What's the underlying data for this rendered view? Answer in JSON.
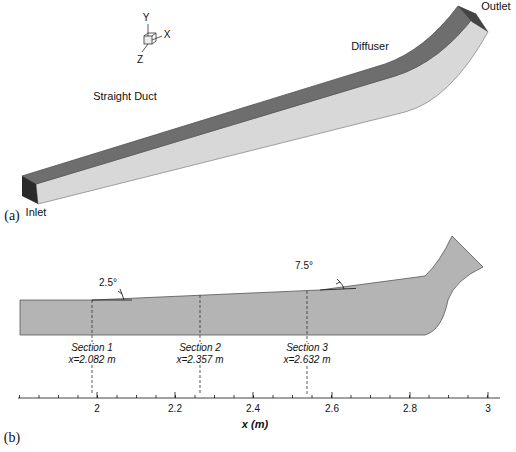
{
  "diagram": {
    "labels": [
      "Y",
      "X",
      "Z",
      "Outlet",
      "Diffuser",
      "Straight Duct",
      "Inlet",
      "(a)",
      "2.5°",
      "7.5°",
      "Section 1 x=2.082 m",
      "Section 2 x=2.357 m",
      "Section 3 x=2.632 m",
      "2",
      "2.2",
      "2.4",
      "2.6",
      "2.8",
      "3",
      "x (m)",
      "(b)"
    ]
  }
}
